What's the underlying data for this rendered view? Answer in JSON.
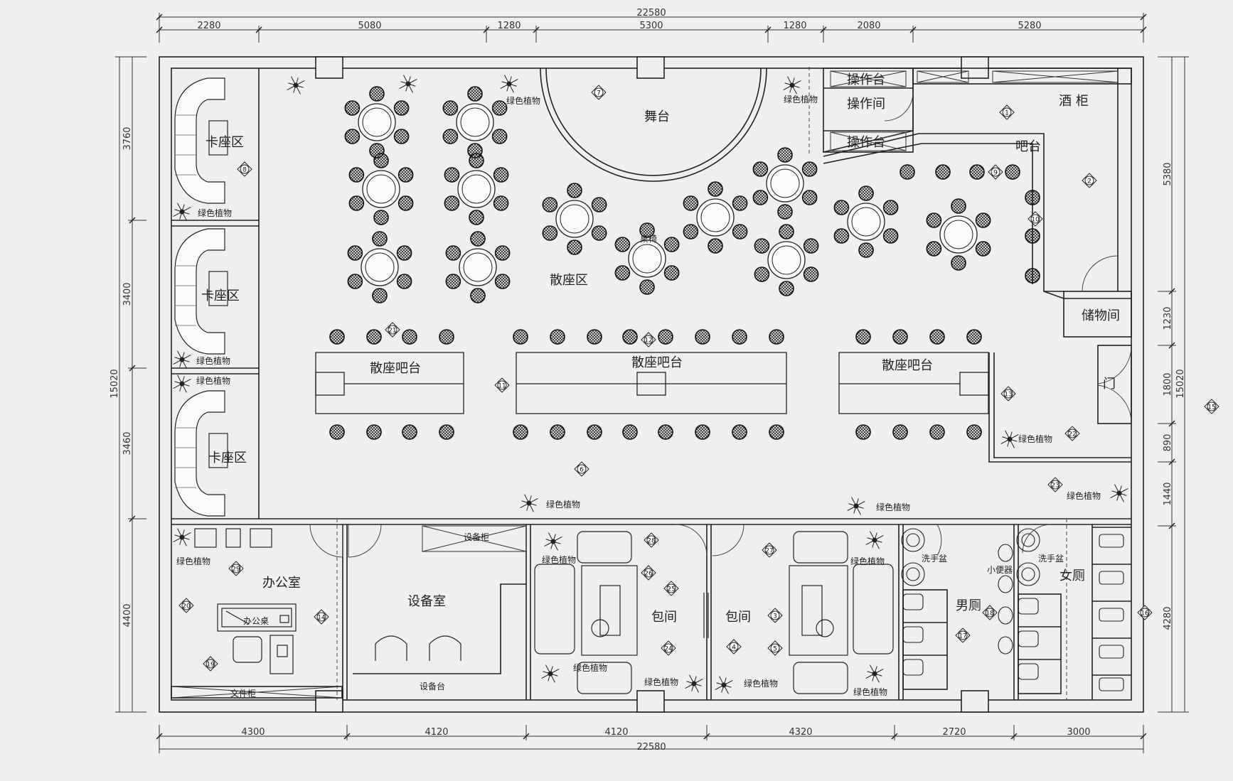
{
  "dims": {
    "total": "22580",
    "top": [
      "2280",
      "5080",
      "1280",
      "5300",
      "1280",
      "2080",
      "5280"
    ],
    "bottom": [
      "4300",
      "4120",
      "4120",
      "4320",
      "2720",
      "3000"
    ],
    "left_total": "15020",
    "left": [
      "3760",
      "3400",
      "3460",
      "4400"
    ],
    "right_total": "15020",
    "right": [
      "5380",
      "1230",
      "1800",
      "890",
      "1440",
      "4280"
    ]
  },
  "rooms": {
    "stage": "舞台",
    "loose_seat": "散座区",
    "booth": "卡座区",
    "operation_table": "操作台",
    "operation_room": "操作间",
    "wine_cabinet": "酒 柜",
    "bar": "吧台",
    "storage": "储物间",
    "door": "门",
    "loose_bar": "散座吧台",
    "office": "办公室",
    "equipment_room": "设备室",
    "private_room": "包间",
    "mens_toilet": "男厕",
    "womens_toilet": "女厕"
  },
  "labels": {
    "plant": "绿色植物",
    "table_chair": "桌椅",
    "equipment_cabinet": "设备柜",
    "equipment_desk": "设备台",
    "office_desk": "办公桌",
    "file_cabinet": "文件柜",
    "wash_basin": "洗手盆",
    "urinal": "小便器"
  },
  "markers": [
    "1",
    "2",
    "3",
    "4",
    "5",
    "6",
    "7",
    "8",
    "9",
    "10",
    "11",
    "12",
    "13",
    "14",
    "15",
    "16",
    "17",
    "18",
    "19",
    "20",
    "21",
    "22",
    "23",
    "24",
    "25",
    "26",
    "27",
    "28",
    "29"
  ]
}
